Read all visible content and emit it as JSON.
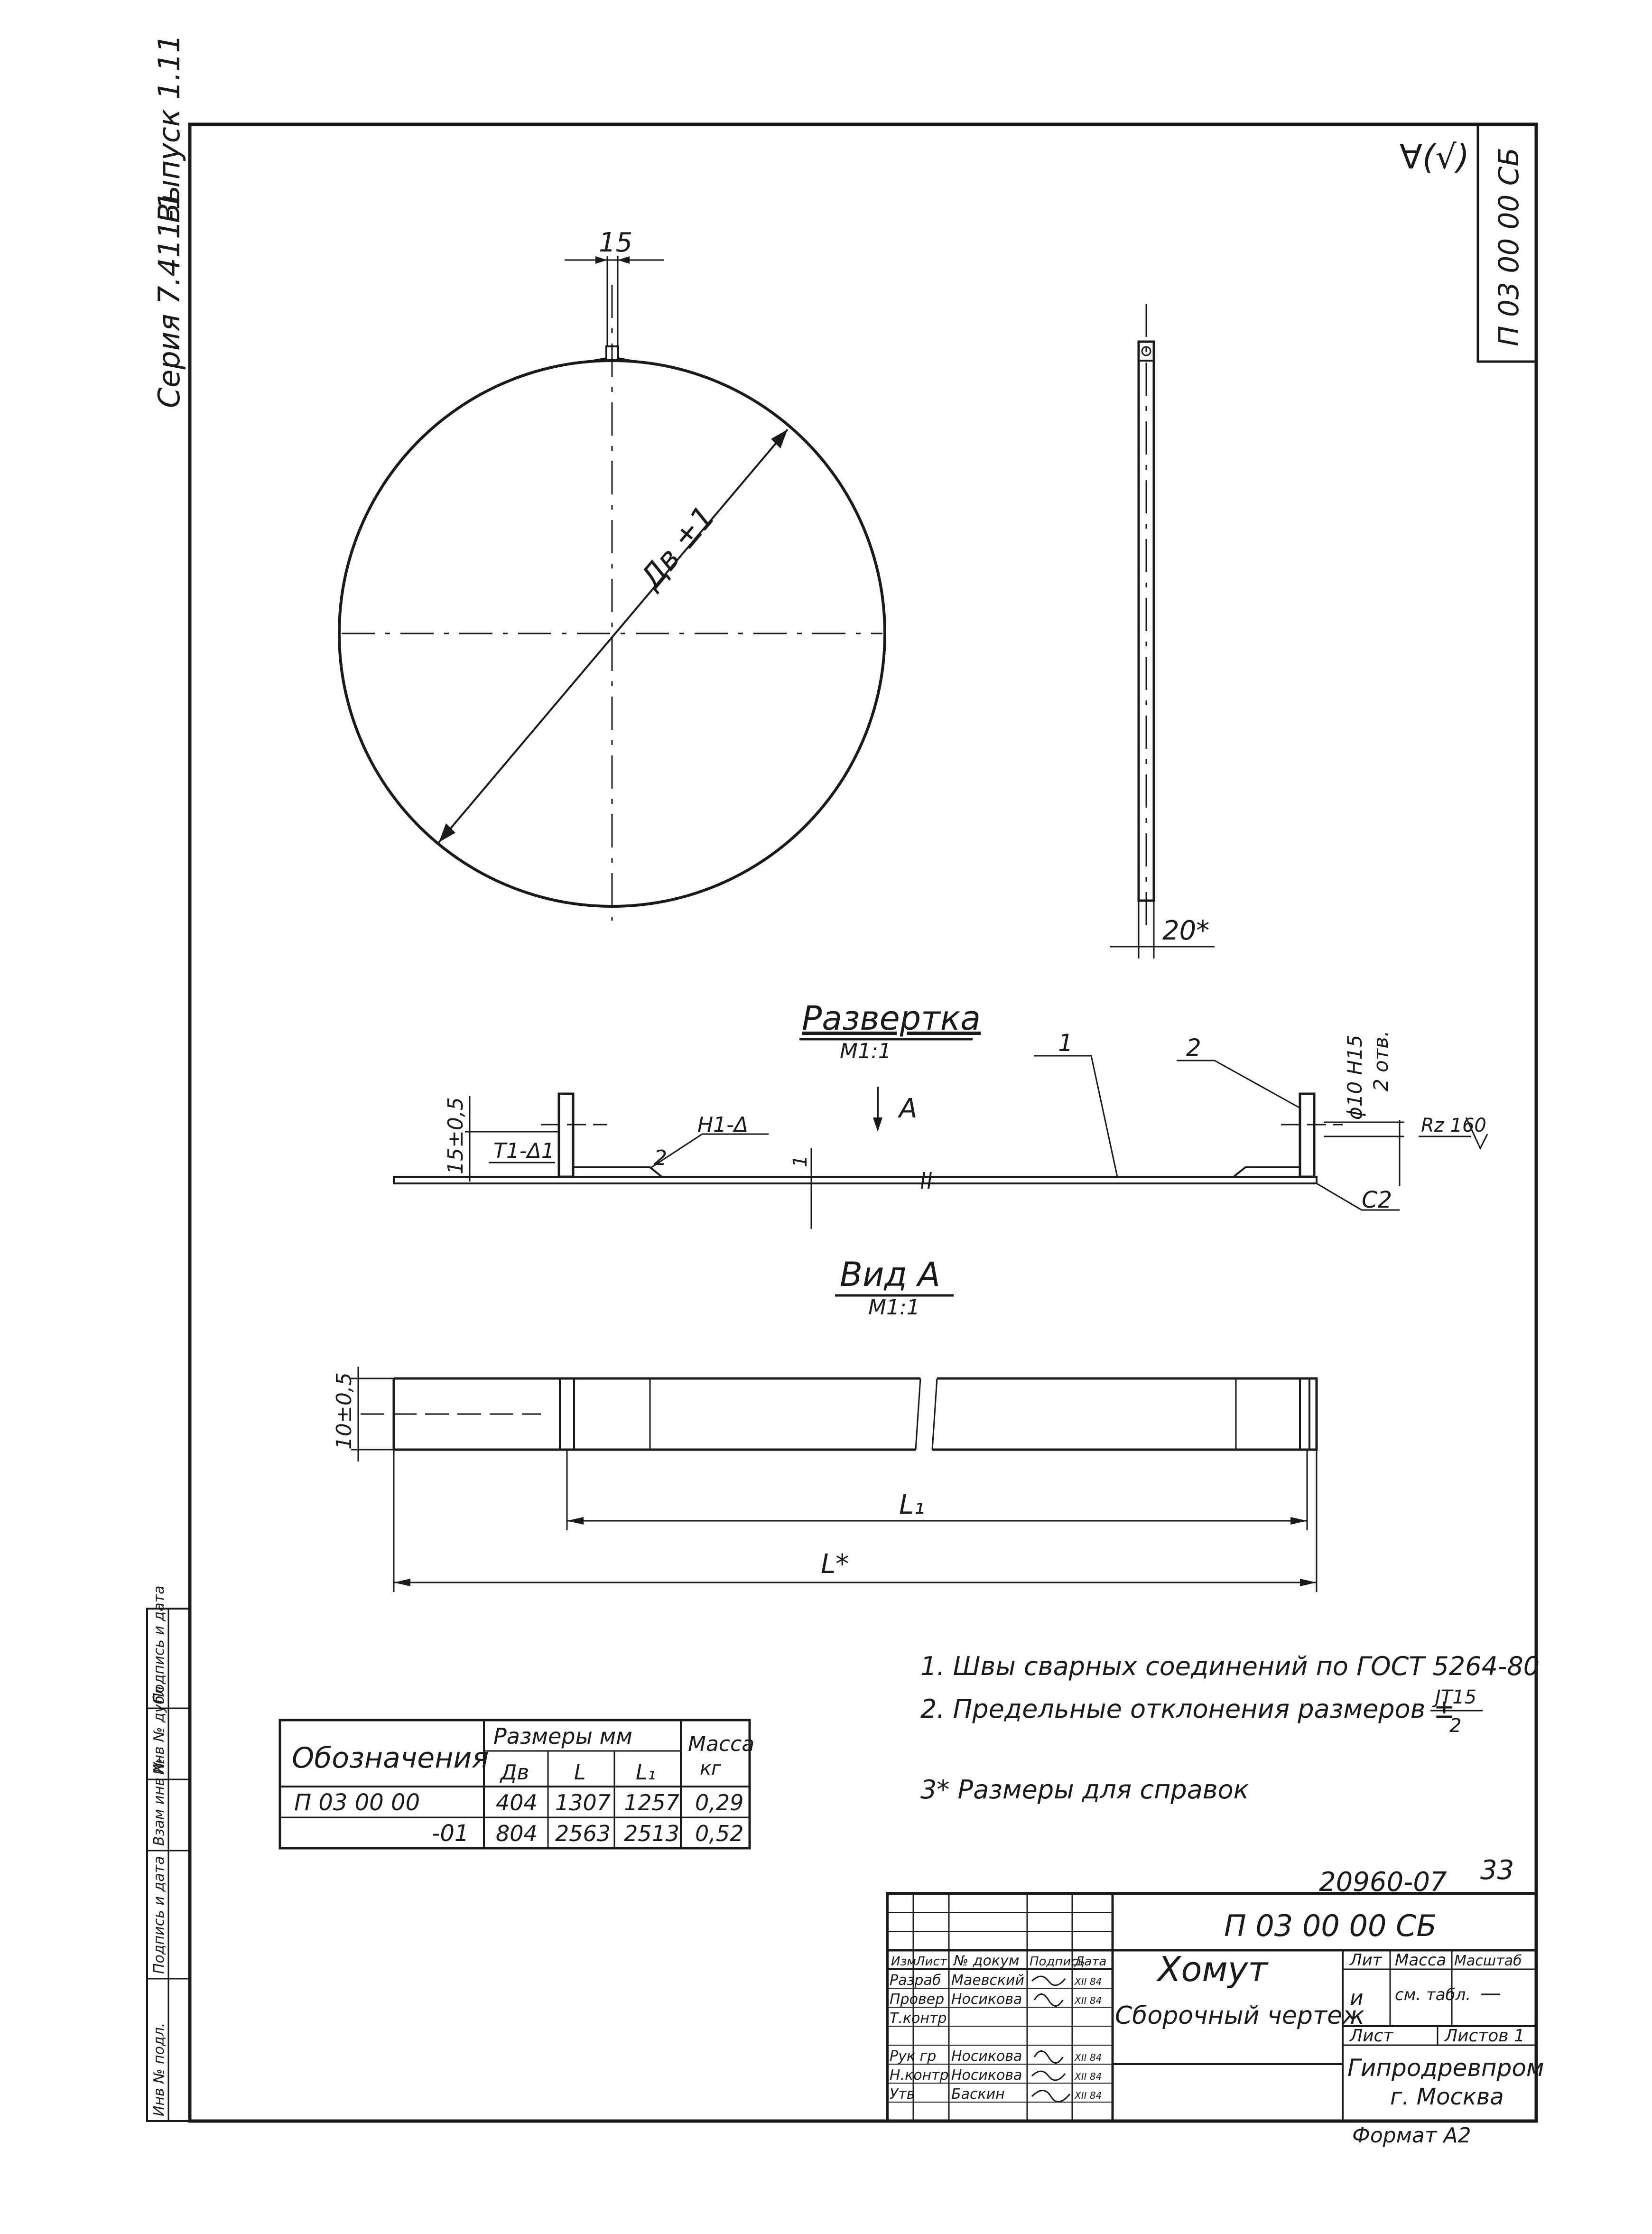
{
  "side_stamp": {
    "series": "Серия 7.411-1",
    "issue": "Выпуск 1.11",
    "cells": [
      "Инв № подл.",
      "Подпись и дата",
      "Взам инв №",
      "Инв № дубл",
      "Подпись и дата"
    ]
  },
  "corner_code": "П 03 00 00 СБ",
  "roughness_mark": "∀(√)",
  "dimensions": {
    "flange_width": "15",
    "diameter": "Дв ±1",
    "strip_width": "20*",
    "height_tol": "15±0,5",
    "hole": "ϕ10 Н15",
    "holes_count": "2 отв.",
    "roughness": "Rz 160",
    "chamfer": "С2",
    "weld_left": "Т1-Δ1",
    "weld_mid": "Н1-Δ",
    "gap": "1",
    "width_tol": "10±0,5",
    "length_inner": "L₁",
    "length_total": "L*"
  },
  "leaders": {
    "part1": "1",
    "part2": "2",
    "part2_small": "2"
  },
  "section_titles": {
    "unfold": "Развертка",
    "unfold_scale": "М1:1",
    "view_arrow": "А",
    "view": "Вид А",
    "view_scale": "М1:1"
  },
  "notes": [
    "1. Швы сварных соединений по ГОСТ 5264-80",
    "2. Предельные отклонения размеров ±",
    "3* Размеры для справок"
  ],
  "tolerance_fraction": {
    "numerator": "ЈТ15",
    "denominator": "2"
  },
  "spec_table": {
    "header_designation": "Обозначения",
    "header_dims": "Размеры мм",
    "header_mass": "Масса",
    "header_mass_unit": "кг",
    "sub_headers": [
      "Дв",
      "L",
      "L₁"
    ],
    "rows": [
      {
        "designation": "П 03 00 00",
        "dv": "404",
        "l": "1307",
        "l1": "1257",
        "mass": "0,29"
      },
      {
        "designation": "-01",
        "dv": "804",
        "l": "2563",
        "l1": "2513",
        "mass": "0,52"
      }
    ]
  },
  "title_block": {
    "doc_number": "20960-07",
    "sheet_no": "33",
    "code": "П 03 00 00 СБ",
    "name": "Хомут",
    "doc_type": "Сборочный чертеж",
    "col_headers": [
      "Изм",
      "Лист",
      "№ докум",
      "Подпись",
      "Дата"
    ],
    "right_headers": [
      "Лит",
      "Масса",
      "Масштаб"
    ],
    "lit": "и",
    "mass": "см. табл.",
    "scale": "—",
    "sheet_label": "Лист",
    "sheets_label": "Листов 1",
    "org": "Гипродревпром",
    "city": "г. Москва",
    "format": "Формат А2",
    "people": [
      {
        "role": "Разраб",
        "name": "Маевский",
        "date": "XII 84"
      },
      {
        "role": "Провер",
        "name": "Носикова",
        "date": "XII 84"
      },
      {
        "role": "Т.контр",
        "name": "",
        "date": ""
      },
      {
        "role": "Рук гр",
        "name": "Носикова",
        "date": "XII 84"
      },
      {
        "role": "Н.контр",
        "name": "Носикова",
        "date": "XII 84"
      },
      {
        "role": "Утв",
        "name": "Баскин",
        "date": "XII 84"
      }
    ]
  }
}
